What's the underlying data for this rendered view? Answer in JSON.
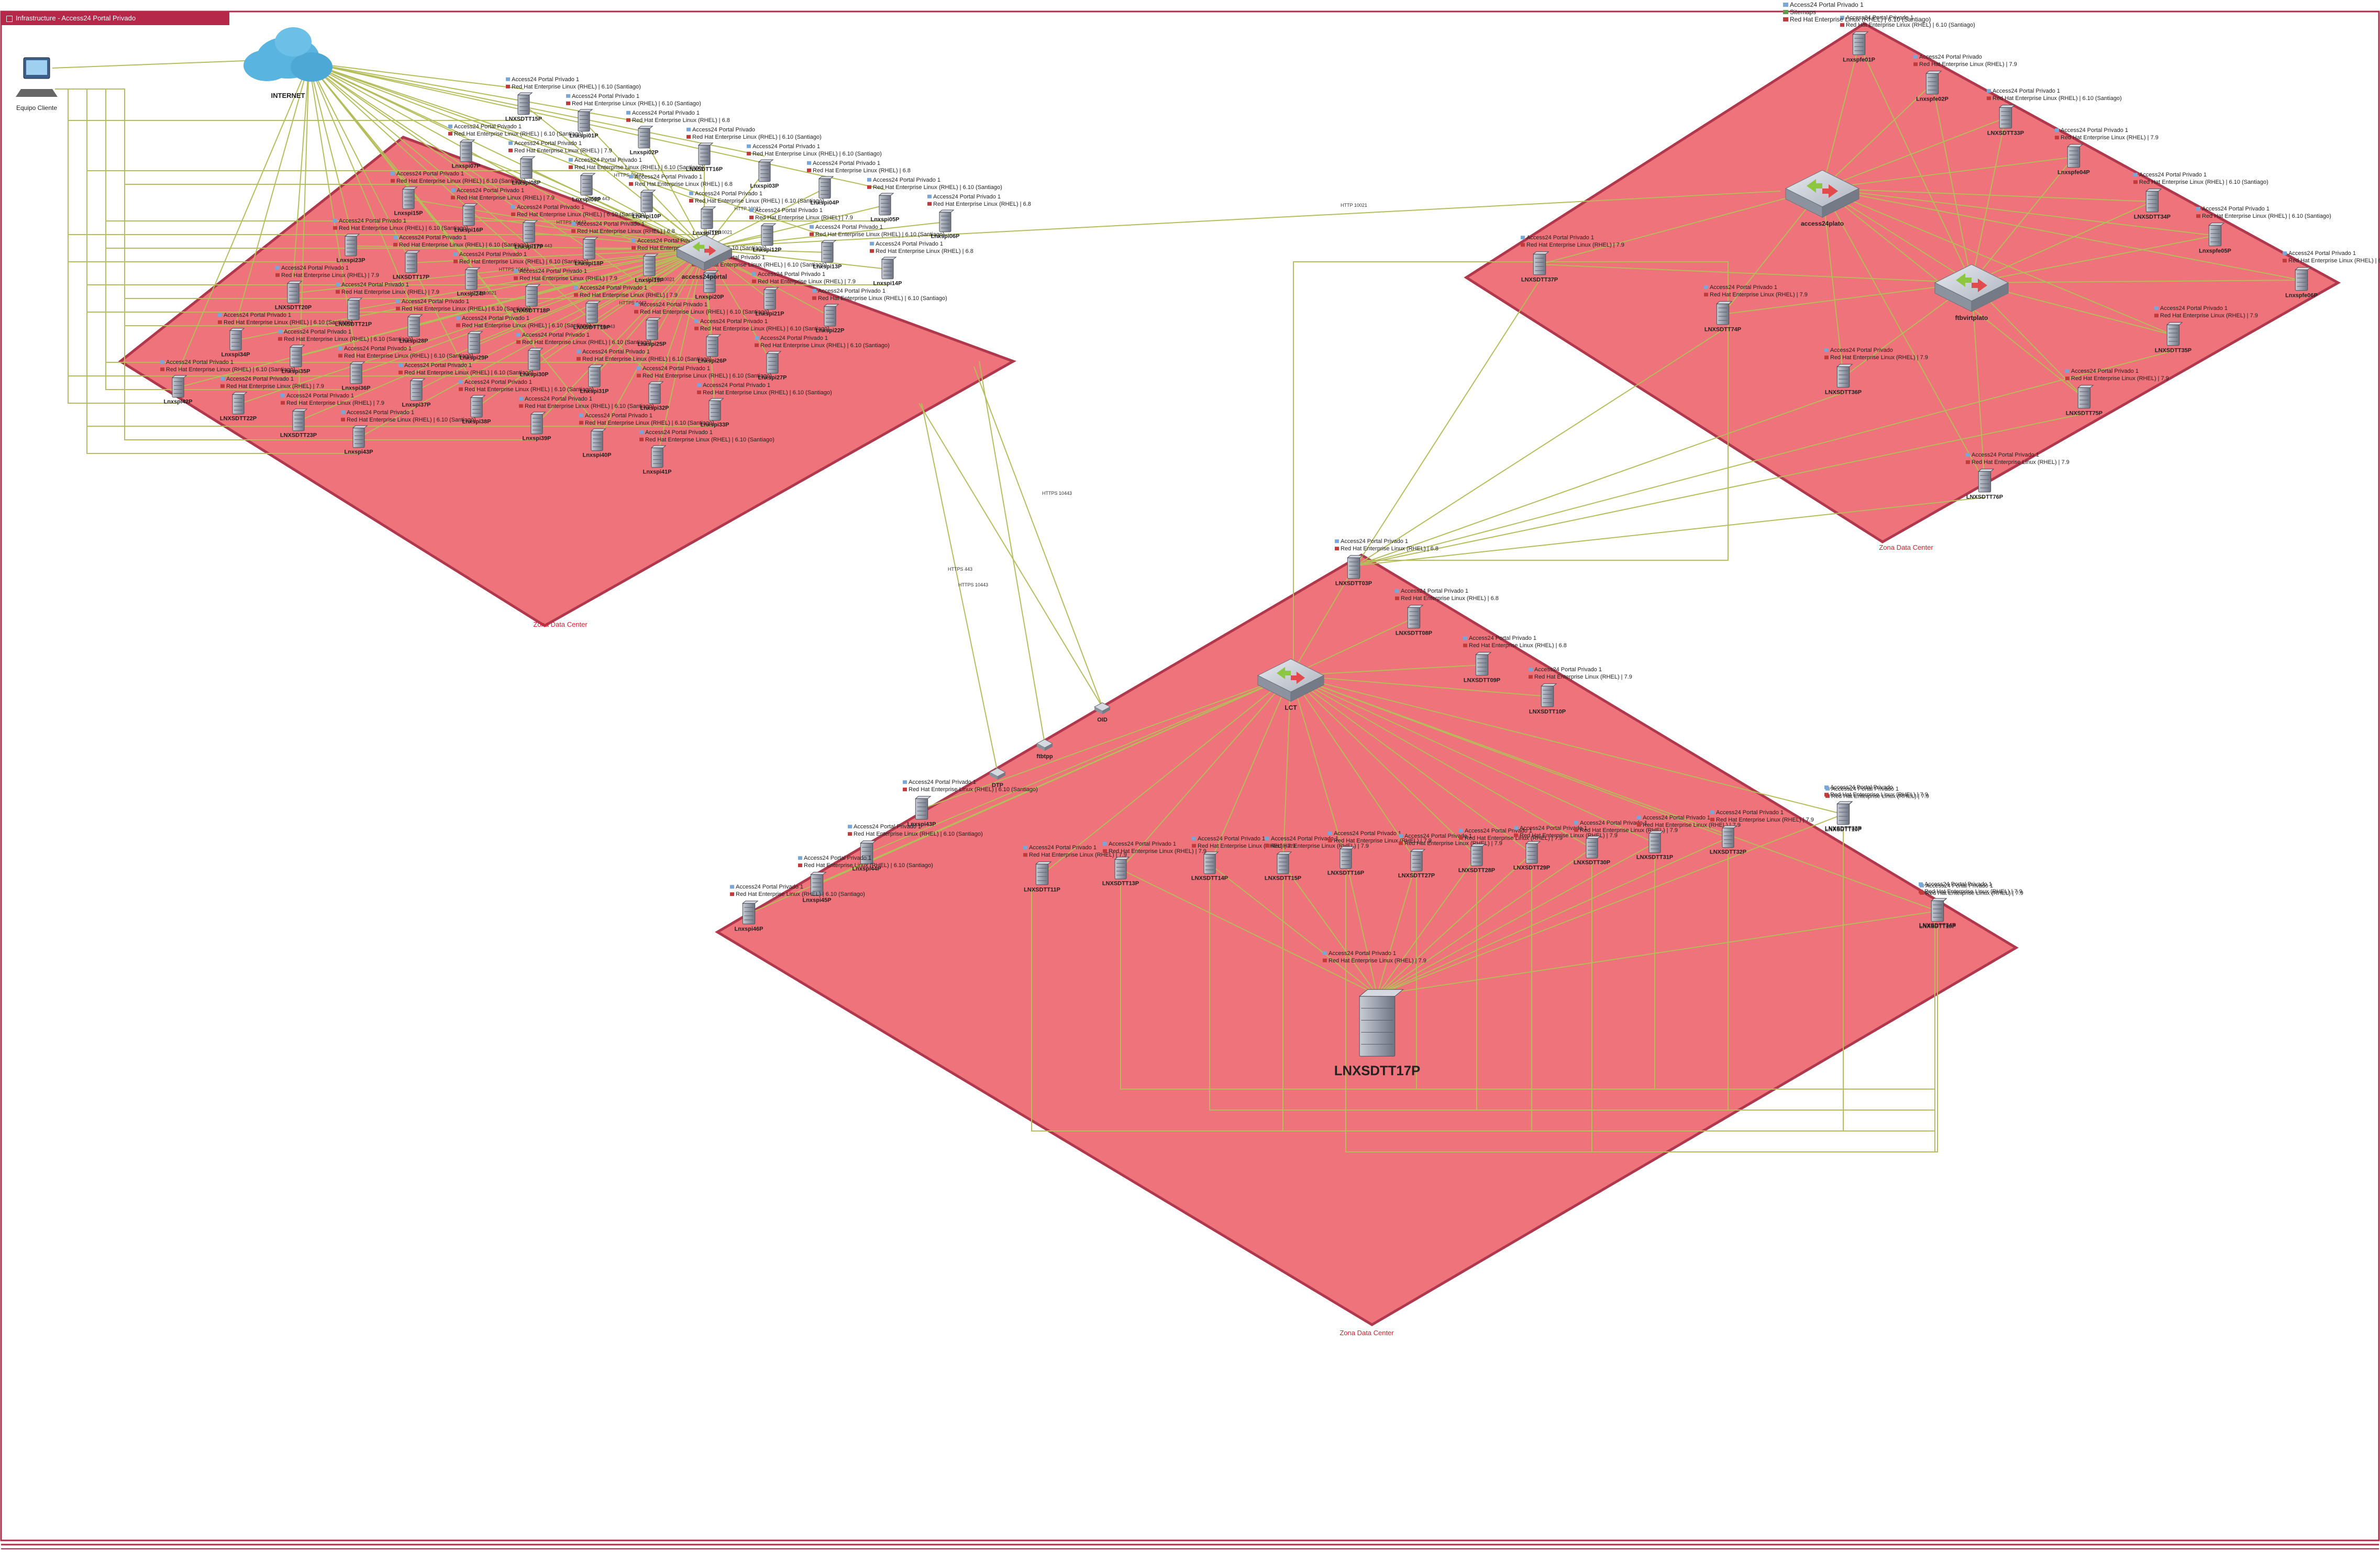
{
  "window": {
    "tab_title": "Infrastructure - Access24 Portal Privado"
  },
  "colors": {
    "zone_fill": "#ee737a",
    "zone_edge": "#b0384c",
    "link": "#b5bd5a",
    "accent": "#b5284a",
    "zone_label": "#d8202a",
    "server": "#9aa0ad",
    "cloud": "#5ab4e0"
  },
  "top_label": {
    "l1": "Access24 Portal Privado 1",
    "l2": "Sitemaps",
    "l3": "Red Hat Enterprise Linux (RHEL) | 6.10 (Santiago)"
  },
  "left_cluster": {
    "zone_label": "Zona Data Center",
    "cloud_label": "INTERNET",
    "client_label": "Equipo Cliente",
    "hub_label": "access24portal",
    "servers": [
      {
        "name": "LNXSDTT15P",
        "l1": "Access24 Portal Privado 1",
        "l2": "Red Hat Enterprise Linux (RHEL) | 6.10 (Santiago)"
      },
      {
        "name": "Lnxspi01P",
        "l1": "Access24 Portal Privado 1",
        "l2": "Red Hat Enterprise Linux (RHEL) | 6.10 (Santiago)"
      },
      {
        "name": "Lnxspi02P",
        "l1": "Access24 Portal Privado 1",
        "l2": "Red Hat Enterprise Linux (RHEL) | 6.8"
      },
      {
        "name": "LNXSDTT16P",
        "l1": "Access24 Portal Privado",
        "l2": "Red Hat Enterprise Linux (RHEL) | 6.10 (Santiago)"
      },
      {
        "name": "Lnxspi03P",
        "l1": "Access24 Portal Privado 1",
        "l2": "Red Hat Enterprise Linux (RHEL) | 6.10 (Santiago)"
      },
      {
        "name": "Lnxspi04P",
        "l1": "Access24 Portal Privado 1",
        "l2": "Red Hat Enterprise Linux (RHEL) | 6.8"
      },
      {
        "name": "Lnxspi05P",
        "l1": "Access24 Portal Privado 1",
        "l2": "Red Hat Enterprise Linux (RHEL) | 6.10 (Santiago)"
      },
      {
        "name": "Lnxspi06P",
        "l1": "Access24 Portal Privado 1",
        "l2": "Red Hat Enterprise Linux (RHEL) | 6.8"
      },
      {
        "name": "Lnxspi07P",
        "l1": "Access24 Portal Privado 1",
        "l2": "Red Hat Enterprise Linux (RHEL) | 6.10 (Santiago)"
      },
      {
        "name": "Lnxspi08P",
        "l1": "Access24 Portal Privado 1",
        "l2": "Red Hat Enterprise Linux (RHEL) | 7.9"
      },
      {
        "name": "Lnxspi09P",
        "l1": "Access24 Portal Privado 1",
        "l2": "Red Hat Enterprise Linux (RHEL) | 6.10 (Santiago)"
      },
      {
        "name": "Lnxspi10P",
        "l1": "Access24 Portal Privado 1",
        "l2": "Red Hat Enterprise Linux (RHEL) | 6.8"
      },
      {
        "name": "Lnxspi11P",
        "l1": "Access24 Portal Privado 1",
        "l2": "Red Hat Enterprise Linux (RHEL) | 6.10 (Santiago)"
      },
      {
        "name": "Lnxspi12P",
        "l1": "Access24 Portal Privado 1",
        "l2": "Red Hat Enterprise Linux (RHEL) | 7.9"
      },
      {
        "name": "Lnxspi13P",
        "l1": "Access24 Portal Privado 1",
        "l2": "Red Hat Enterprise Linux (RHEL) | 6.10 (Santiago)"
      },
      {
        "name": "Lnxspi14P",
        "l1": "Access24 Portal Privado 1",
        "l2": "Red Hat Enterprise Linux (RHEL) | 6.8"
      },
      {
        "name": "Lnxspi15P",
        "l1": "Access24 Portal Privado 1",
        "l2": "Red Hat Enterprise Linux (RHEL) | 6.10 (Santiago)"
      },
      {
        "name": "Lnxspi16P",
        "l1": "Access24 Portal Privado 1",
        "l2": "Red Hat Enterprise Linux (RHEL) | 7.9"
      },
      {
        "name": "Lnxspi17P",
        "l1": "Access24 Portal Privado 1",
        "l2": "Red Hat Enterprise Linux (RHEL) | 6.10 (Santiago)"
      },
      {
        "name": "Lnxspi18P",
        "l1": "Access24 Portal Privado 1",
        "l2": "Red Hat Enterprise Linux (RHEL) | 6.8"
      },
      {
        "name": "Lnxspi19P",
        "l1": "Access24 Portal Privado 1",
        "l2": "Red Hat Enterprise Linux (RHEL) | 6.10 (Santiago)"
      },
      {
        "name": "Lnxspi20P",
        "l1": "Access24 Portal Privado 1",
        "l2": "Red Hat Enterprise Linux (RHEL) | 6.10 (Santiago)"
      },
      {
        "name": "Lnxspi21P",
        "l1": "Access24 Portal Privado 1",
        "l2": "Red Hat Enterprise Linux (RHEL) | 7.9"
      },
      {
        "name": "Lnxspi22P",
        "l1": "Access24 Portal Privado 1",
        "l2": "Red Hat Enterprise Linux (RHEL) | 6.10 (Santiago)"
      },
      {
        "name": "Lnxspi23P",
        "l1": "Access24 Portal Privado 1",
        "l2": "Red Hat Enterprise Linux (RHEL) | 6.10 (Santiago)"
      },
      {
        "name": "LNXSDTT17P",
        "l1": "Access24 Portal Privado 1",
        "l2": "Red Hat Enterprise Linux (RHEL) | 6.10 (Santiago)"
      },
      {
        "name": "Lnxspi24P",
        "l1": "Access24 Portal Privado 1",
        "l2": "Red Hat Enterprise Linux (RHEL) | 6.10 (Santiago)"
      },
      {
        "name": "LNXSDTT18P",
        "l1": "Access24 Portal Privado 1",
        "l2": "Red Hat Enterprise Linux (RHEL) | 7.9"
      },
      {
        "name": "LNXSDTT19P",
        "l1": "Access24 Portal Privado 1",
        "l2": "Red Hat Enterprise Linux (RHEL) | 7.9"
      },
      {
        "name": "Lnxspi25P",
        "l1": "Access24 Portal Privado 1",
        "l2": "Red Hat Enterprise Linux (RHEL) | 6.10 (Santiago)"
      },
      {
        "name": "Lnxspi26P",
        "l1": "Access24 Portal Privado 1",
        "l2": "Red Hat Enterprise Linux (RHEL) | 6.10 (Santiago)"
      },
      {
        "name": "Lnxspi27P",
        "l1": "Access24 Portal Privado 1",
        "l2": "Red Hat Enterprise Linux (RHEL) | 6.10 (Santiago)"
      },
      {
        "name": "LNXSDTT20P",
        "l1": "Access24 Portal Privado 1",
        "l2": "Red Hat Enterprise Linux (RHEL) | 7.9"
      },
      {
        "name": "LNXSDTT21P",
        "l1": "Access24 Portal Privado 1",
        "l2": "Red Hat Enterprise Linux (RHEL) | 7.9"
      },
      {
        "name": "Lnxspi28P",
        "l1": "Access24 Portal Privado 1",
        "l2": "Red Hat Enterprise Linux (RHEL) | 6.10 (Santiago)"
      },
      {
        "name": "Lnxspi29P",
        "l1": "Access24 Portal Privado 1",
        "l2": "Red Hat Enterprise Linux (RHEL) | 6.10 (Santiago)"
      },
      {
        "name": "Lnxspi30P",
        "l1": "Access24 Portal Privado 1",
        "l2": "Red Hat Enterprise Linux (RHEL) | 6.10 (Santiago)"
      },
      {
        "name": "Lnxspi31P",
        "l1": "Access24 Portal Privado 1",
        "l2": "Red Hat Enterprise Linux (RHEL) | 6.10 (Santiago)"
      },
      {
        "name": "Lnxspi32P",
        "l1": "Access24 Portal Privado 1",
        "l2": "Red Hat Enterprise Linux (RHEL) | 6.10 (Santiago)"
      },
      {
        "name": "Lnxspi33P",
        "l1": "Access24 Portal Privado 1",
        "l2": "Red Hat Enterprise Linux (RHEL) | 6.10 (Santiago)"
      },
      {
        "name": "Lnxspi34P",
        "l1": "Access24 Portal Privado 1",
        "l2": "Red Hat Enterprise Linux (RHEL) | 6.10 (Santiago)"
      },
      {
        "name": "Lnxspi35P",
        "l1": "Access24 Portal Privado 1",
        "l2": "Red Hat Enterprise Linux (RHEL) | 6.10 (Santiago)"
      },
      {
        "name": "Lnxspi36P",
        "l1": "Access24 Portal Privado 1",
        "l2": "Red Hat Enterprise Linux (RHEL) | 6.10 (Santiago)"
      },
      {
        "name": "Lnxspi37P",
        "l1": "Access24 Portal Privado 1",
        "l2": "Red Hat Enterprise Linux (RHEL) | 6.10 (Santiago)"
      },
      {
        "name": "Lnxspi38P",
        "l1": "Access24 Portal Privado 1",
        "l2": "Red Hat Enterprise Linux (RHEL) | 6.10 (Santiago)"
      },
      {
        "name": "Lnxspi39P",
        "l1": "Access24 Portal Privado 1",
        "l2": "Red Hat Enterprise Linux (RHEL) | 6.10 (Santiago)"
      },
      {
        "name": "Lnxspi40P",
        "l1": "Access24 Portal Privado 1",
        "l2": "Red Hat Enterprise Linux (RHEL) | 6.10 (Santiago)"
      },
      {
        "name": "Lnxspi41P",
        "l1": "Access24 Portal Privado 1",
        "l2": "Red Hat Enterprise Linux (RHEL) | 6.10 (Santiago)"
      },
      {
        "name": "Lnxspi42P",
        "l1": "Access24 Portal Privado 1",
        "l2": "Red Hat Enterprise Linux (RHEL) | 6.10 (Santiago)"
      },
      {
        "name": "LNXSDTT22P",
        "l1": "Access24 Portal Privado 1",
        "l2": "Red Hat Enterprise Linux (RHEL) | 7.9"
      },
      {
        "name": "LNXSDTT23P",
        "l1": "Access24 Portal Privado 1",
        "l2": "Red Hat Enterprise Linux (RHEL) | 7.9"
      },
      {
        "name": "Lnxspi43P",
        "l1": "Access24 Portal Privado 1",
        "l2": "Red Hat Enterprise Linux (RHEL) | 6.10 (Santiago)"
      }
    ],
    "edge_labels": [
      "HTTPS 10443",
      "HTTP 10021",
      "HTTPS 443",
      "HTTP 10021",
      "HTTPS 10443",
      "HTTP 10021",
      "HTTPS 443",
      "HTTP 10021",
      "HTTPS 10443",
      "HTTPS 9443",
      "HTTP 10021",
      "HTTPS 443"
    ]
  },
  "top_right_cluster": {
    "zone_label": "Zona Data Center",
    "hub1_label": "access24plato",
    "hub2_label": "ftbvirtplato",
    "servers": [
      {
        "name": "Lnxspfe01P",
        "l1": "Access24 Portal Privado 1",
        "l2": "Red Hat Enterprise Linux (RHEL) | 6.10 (Santiago)"
      },
      {
        "name": "Lnxspfe02P",
        "l1": "Access24 Portal Privado",
        "l2": "Red Hat Enterprise Linux (RHEL) | 7.9"
      },
      {
        "name": "LNXSDTT33P",
        "l1": "Access24 Portal Privado 1",
        "l2": "Red Hat Enterprise Linux (RHEL) | 6.10 (Santiago)"
      },
      {
        "name": "Lnxspfe04P",
        "l1": "Access24 Portal Privado 1",
        "l2": "Red Hat Enterprise Linux (RHEL) | 7.9"
      },
      {
        "name": "LNXSDTT34P",
        "l1": "Access24 Portal Privado 1",
        "l2": "Red Hat Enterprise Linux (RHEL) | 6.10 (Santiago)"
      },
      {
        "name": "Lnxspfe05P",
        "l1": "Access24 Portal Privado 1",
        "l2": "Red Hat Enterprise Linux (RHEL) | 6.10 (Santiago)"
      },
      {
        "name": "Lnxspfe06P",
        "l1": "Access24 Portal Privado 1",
        "l2": "Red Hat Enterprise Linux (RHEL) | 6.10 (Santiago)"
      },
      {
        "name": "LNXSDTT37P",
        "l1": "Access24 Portal Privado 1",
        "l2": "Red Hat Enterprise Linux (RHEL) | 7.9"
      },
      {
        "name": "LNXSDTT35P",
        "l1": "Access24 Portal Privado 1",
        "l2": "Red Hat Enterprise Linux (RHEL) | 7.9"
      },
      {
        "name": "LNXSDTT74P",
        "l1": "Access24 Portal Privado 1",
        "l2": "Red Hat Enterprise Linux (RHEL) | 7.9"
      },
      {
        "name": "LNXSDTT36P",
        "l1": "Access24 Portal Privado",
        "l2": "Red Hat Enterprise Linux (RHEL) | 7.9"
      },
      {
        "name": "LNXSDTT75P",
        "l1": "Access24 Portal Privado 1",
        "l2": "Red Hat Enterprise Linux (RHEL) | 7.9"
      },
      {
        "name": "LNXSDTT76P",
        "l1": "Access24 Portal Privado 1",
        "l2": "Red Hat Enterprise Linux (RHEL) | 7.9"
      }
    ]
  },
  "bottom_cluster": {
    "zone_label": "Zona Data Center",
    "hub_label": "LCT",
    "big_server": {
      "name": "LNXSDTT17P",
      "l1": "Access24 Portal Privado 1",
      "l2": "Red Hat Enterprise Linux (RHEL) | 7.9"
    },
    "top_servers": [
      {
        "name": "LNXSDTT03P",
        "l1": "Access24 Portal Privado 1",
        "l2": "Red Hat Enterprise Linux (RHEL) | 6.8"
      },
      {
        "name": "LNXSDTT08P",
        "l1": "Access24 Portal Privado 1",
        "l2": "Red Hat Enterprise Linux (RHEL) | 6.8"
      },
      {
        "name": "LNXSDTT09P",
        "l1": "Access24 Portal Privado 1",
        "l2": "Red Hat Enterprise Linux (RHEL) | 6.8"
      },
      {
        "name": "LNXSDTT10P",
        "l1": "Access24 Portal Privado 1",
        "l2": "Red Hat Enterprise Linux (RHEL) | 7.9"
      },
      {
        "name": "LNXSDTT11P",
        "l1": "Access24 Portal Privado 1",
        "l2": "Red Hat Enterprise Linux (RHEL) | 7.9"
      }
    ],
    "row_servers": [
      {
        "name": "LNXSDTT13P",
        "l1": "Access24 Portal Privado 1",
        "l2": "Red Hat Enterprise Linux (RHEL) | 7.9"
      },
      {
        "name": "LNXSDTT14P",
        "l1": "Access24 Portal Privado 1",
        "l2": "Red Hat Enterprise Linux (RHEL) | 7.9"
      },
      {
        "name": "LNXSDTT15P",
        "l1": "Access24 Portal Privado 1",
        "l2": "Red Hat Enterprise Linux (RHEL) | 7.9"
      },
      {
        "name": "LNXSDTT16P",
        "l1": "Access24 Portal Privado 1",
        "l2": "Red Hat Enterprise Linux (RHEL) | 7.9"
      },
      {
        "name": "LNXSDTT27P",
        "l1": "Access24 Portal Privado 1",
        "l2": "Red Hat Enterprise Linux (RHEL) | 7.9"
      },
      {
        "name": "LNXSDTT28P",
        "l1": "Access24 Portal Privado 1",
        "l2": "Red Hat Enterprise Linux (RHEL) | 7.9"
      },
      {
        "name": "LNXSDTT29P",
        "l1": "Access24 Portal Privado 1",
        "l2": "Red Hat Enterprise Linux (RHEL) | 7.9"
      },
      {
        "name": "LNXSDTT30P",
        "l1": "Access24 Portal Privado 1",
        "l2": "Red Hat Enterprise Linux (RHEL) | 7.9"
      },
      {
        "name": "LNXSDTT31P",
        "l1": "Access24 Portal Privado 1",
        "l2": "Red Hat Enterprise Linux (RHEL) | 7.9"
      },
      {
        "name": "LNXSDTT32P",
        "l1": "Access24 Portal Privado 1",
        "l2": "Red Hat Enterprise Linux (RHEL) | 7.9"
      },
      {
        "name": "LNXSDTT33P",
        "l1": "Access24 Portal Privado 1",
        "l2": "Red Hat Enterprise Linux (RHEL) | 7.9"
      },
      {
        "name": "LNXSDTT34P",
        "l1": "Access24 Portal Privado 1",
        "l2": "Red Hat Enterprise Linux (RHEL) | 7.9"
      }
    ],
    "left_servers": [
      {
        "name": "Lnxspi43P",
        "l1": "Access24 Portal Privado 1",
        "l2": "Red Hat Enterprise Linux (RHEL) | 6.10 (Santiago)"
      },
      {
        "name": "Lnxspi44P",
        "l1": "Access24 Portal Privado 1",
        "l2": "Red Hat Enterprise Linux (RHEL) | 6.10 (Santiago)"
      },
      {
        "name": "Lnxspi45P",
        "l1": "Access24 Portal Privado 1",
        "l2": "Red Hat Enterprise Linux (RHEL) | 6.10 (Santiago)"
      },
      {
        "name": "Lnxspi46P",
        "l1": "Access24 Portal Privado 1",
        "l2": "Red Hat Enterprise Linux (RHEL) | 6.10 (Santiago)"
      }
    ],
    "right_servers": [
      {
        "name": "LNXSDTT10P",
        "l1": "Access24 Portal Privado",
        "l2": "Red Hat Enterprise Linux (RHEL) | 7.9"
      },
      {
        "name": "LNXSDTT18P",
        "l1": "Access24 Portal Privado 1",
        "l2": "Red Hat Enterprise Linux (RHEL) | 7.9"
      }
    ],
    "small_nodes": [
      {
        "name": "OID"
      },
      {
        "name": "DTP"
      },
      {
        "name": "ftbtpp"
      }
    ],
    "edge_labels": [
      "HTTPS 10443",
      "HTTPS 443",
      "HTTPS 10443"
    ]
  }
}
